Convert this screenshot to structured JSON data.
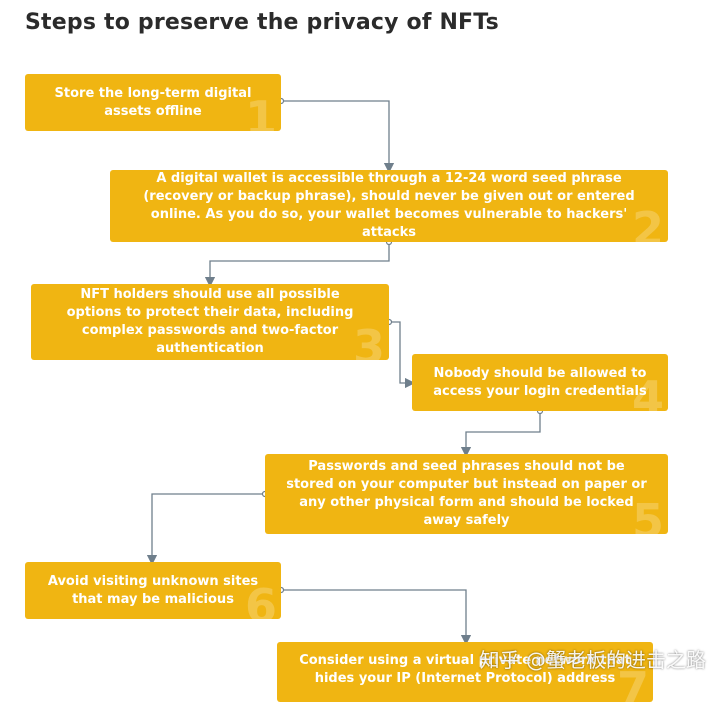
{
  "title": "Steps to preserve the privacy of NFTs",
  "steps": [
    {
      "number": "1",
      "text": "Store the long-term digital assets offline"
    },
    {
      "number": "2",
      "text": "A digital wallet is accessible through a 12-24 word seed phrase (recovery or backup phrase), should never be given out or entered online. As you do so, your wallet becomes vulnerable to hackers' attacks"
    },
    {
      "number": "3",
      "text": "NFT holders should use all possible options to protect their data, including complex passwords and two-factor authentication"
    },
    {
      "number": "4",
      "text": "Nobody should be allowed to access your login credentials"
    },
    {
      "number": "5",
      "text": "Passwords and seed phrases should not be stored on your computer but instead on paper or any other physical form and should be locked away safely"
    },
    {
      "number": "6",
      "text": "Avoid visiting unknown sites that may be malicious"
    },
    {
      "number": "7",
      "text": "Consider using a virtual private network that hides your IP (Internet Protocol) address"
    }
  ],
  "watermark": "知乎 @蟹老板的进击之路",
  "colors": {
    "box": "#f0b512",
    "connector": "#6f7f8c",
    "title": "#2b2b2b"
  }
}
